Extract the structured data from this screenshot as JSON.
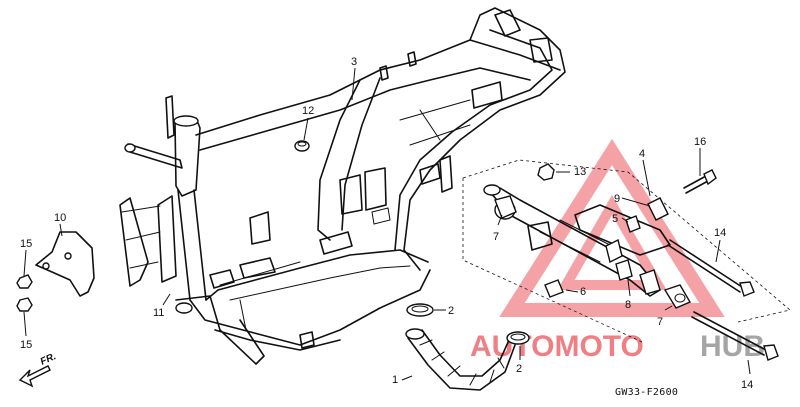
{
  "diagram": {
    "figure_code": "GW33-F2600",
    "direction_label": "FR.",
    "callouts": [
      {
        "id": "c1",
        "label": "1"
      },
      {
        "id": "c2a",
        "label": "2"
      },
      {
        "id": "c2b",
        "label": "2"
      },
      {
        "id": "c3",
        "label": "3"
      },
      {
        "id": "c4",
        "label": "4"
      },
      {
        "id": "c5",
        "label": "5"
      },
      {
        "id": "c6",
        "label": "6"
      },
      {
        "id": "c7a",
        "label": "7"
      },
      {
        "id": "c7b",
        "label": "7"
      },
      {
        "id": "c8",
        "label": "8"
      },
      {
        "id": "c9",
        "label": "9"
      },
      {
        "id": "c10",
        "label": "10"
      },
      {
        "id": "c11",
        "label": "11"
      },
      {
        "id": "c12",
        "label": "12"
      },
      {
        "id": "c13",
        "label": "13"
      },
      {
        "id": "c14a",
        "label": "14"
      },
      {
        "id": "c14b",
        "label": "14"
      },
      {
        "id": "c15a",
        "label": "15"
      },
      {
        "id": "c15b",
        "label": "15"
      },
      {
        "id": "c16",
        "label": "16"
      }
    ]
  },
  "watermark": {
    "text_auto": "AUTOMOTO",
    "text_hub": "HUB",
    "color_red": "#e8434a",
    "color_gray": "#8a8a8a"
  }
}
